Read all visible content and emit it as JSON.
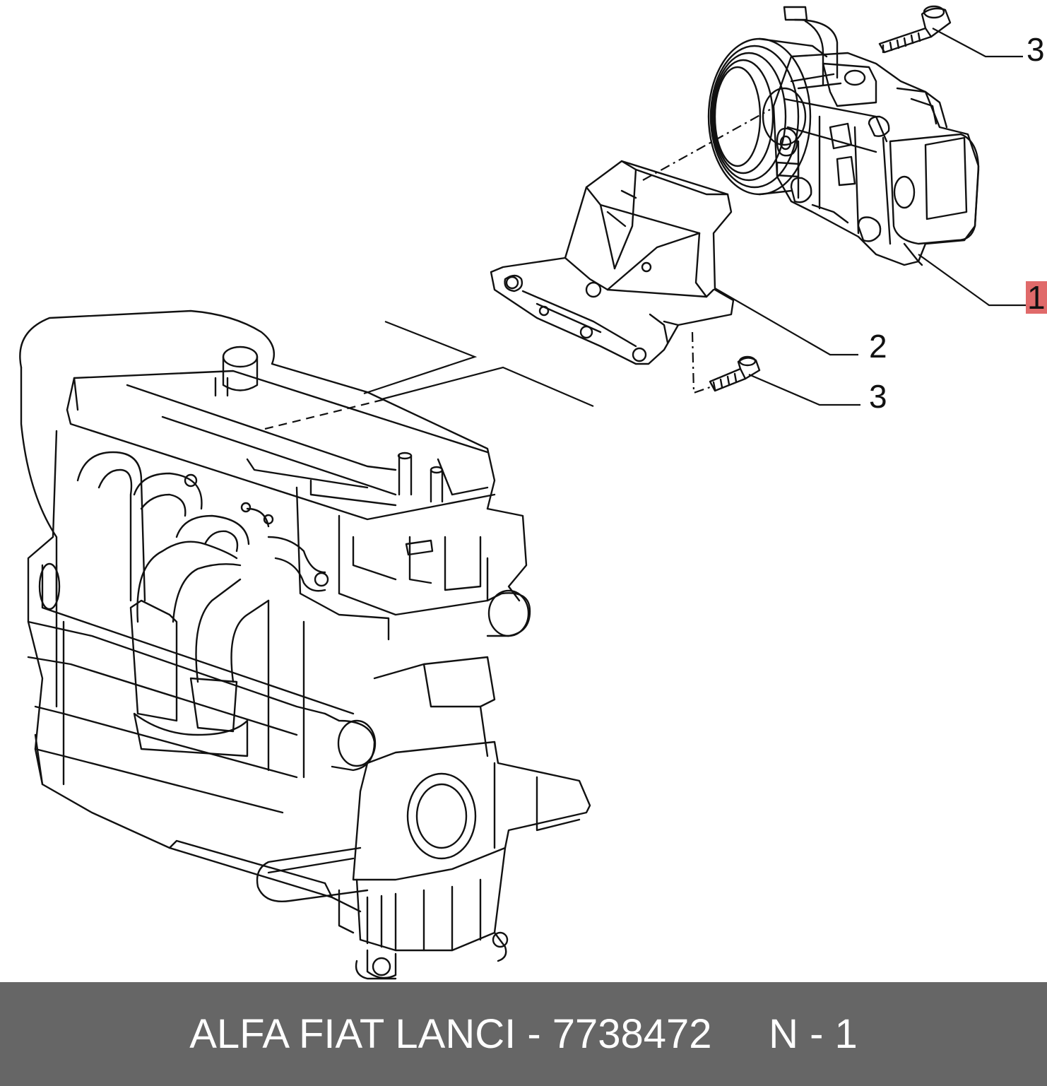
{
  "callouts": [
    {
      "id": "c3-top",
      "label": "3",
      "highlight": false
    },
    {
      "id": "c1",
      "label": "1",
      "highlight": true
    },
    {
      "id": "c2",
      "label": "2",
      "highlight": false
    },
    {
      "id": "c3-bottom",
      "label": "3",
      "highlight": false
    }
  ],
  "footer": {
    "text": "ALFA FIAT LANCI - 7738472     N - 1",
    "background": "#666666",
    "text_color": "#ffffff"
  },
  "colors": {
    "line": "#111111",
    "highlight": "#e06a6a"
  }
}
